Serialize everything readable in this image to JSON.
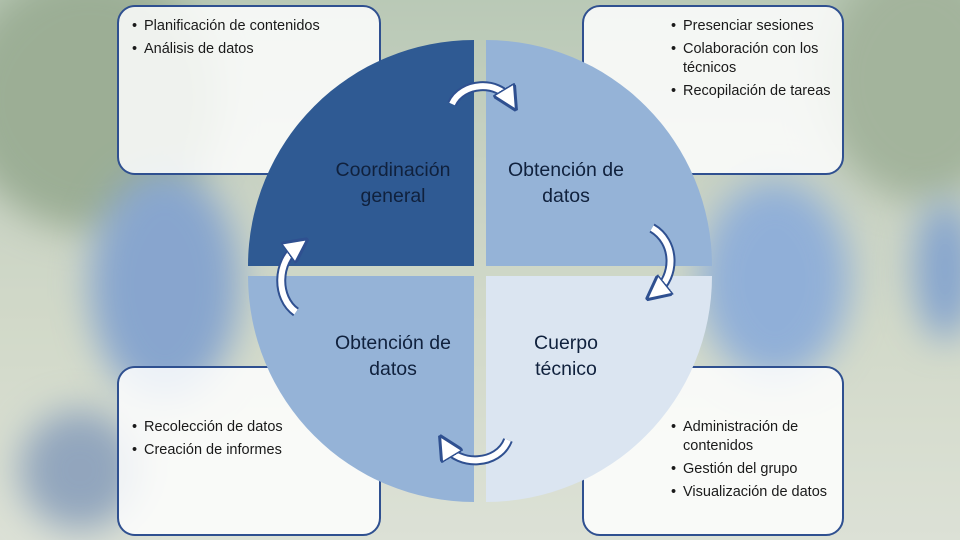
{
  "colors": {
    "dark_blue": "#2f5a93",
    "mid_blue": "#95b3d7",
    "light_blue": "#dbe5f1",
    "border_blue": "#2f5090",
    "arrow_fill": "#ffffff",
    "arrow_stroke": "#2f5090"
  },
  "quadrants": {
    "top_left": {
      "line1": "Coordinación",
      "line2": "general"
    },
    "top_right": {
      "line1": "Obtención de",
      "line2": "datos"
    },
    "bottom_left": {
      "line1": "Obtención de",
      "line2": "datos"
    },
    "bottom_right": {
      "line1": "Cuerpo",
      "line2": "técnico"
    }
  },
  "boxes": {
    "top_left": [
      "Planificación de contenidos",
      "Análisis de datos"
    ],
    "top_right": [
      "Presenciar sesiones",
      "Colaboración con los técnicos",
      "Recopilación de tareas"
    ],
    "bottom_left": [
      "Recolección de datos",
      "Creación de informes"
    ],
    "bottom_right": [
      "Administración de contenidos",
      "Gestión del grupo",
      "Visualización de datos"
    ]
  }
}
